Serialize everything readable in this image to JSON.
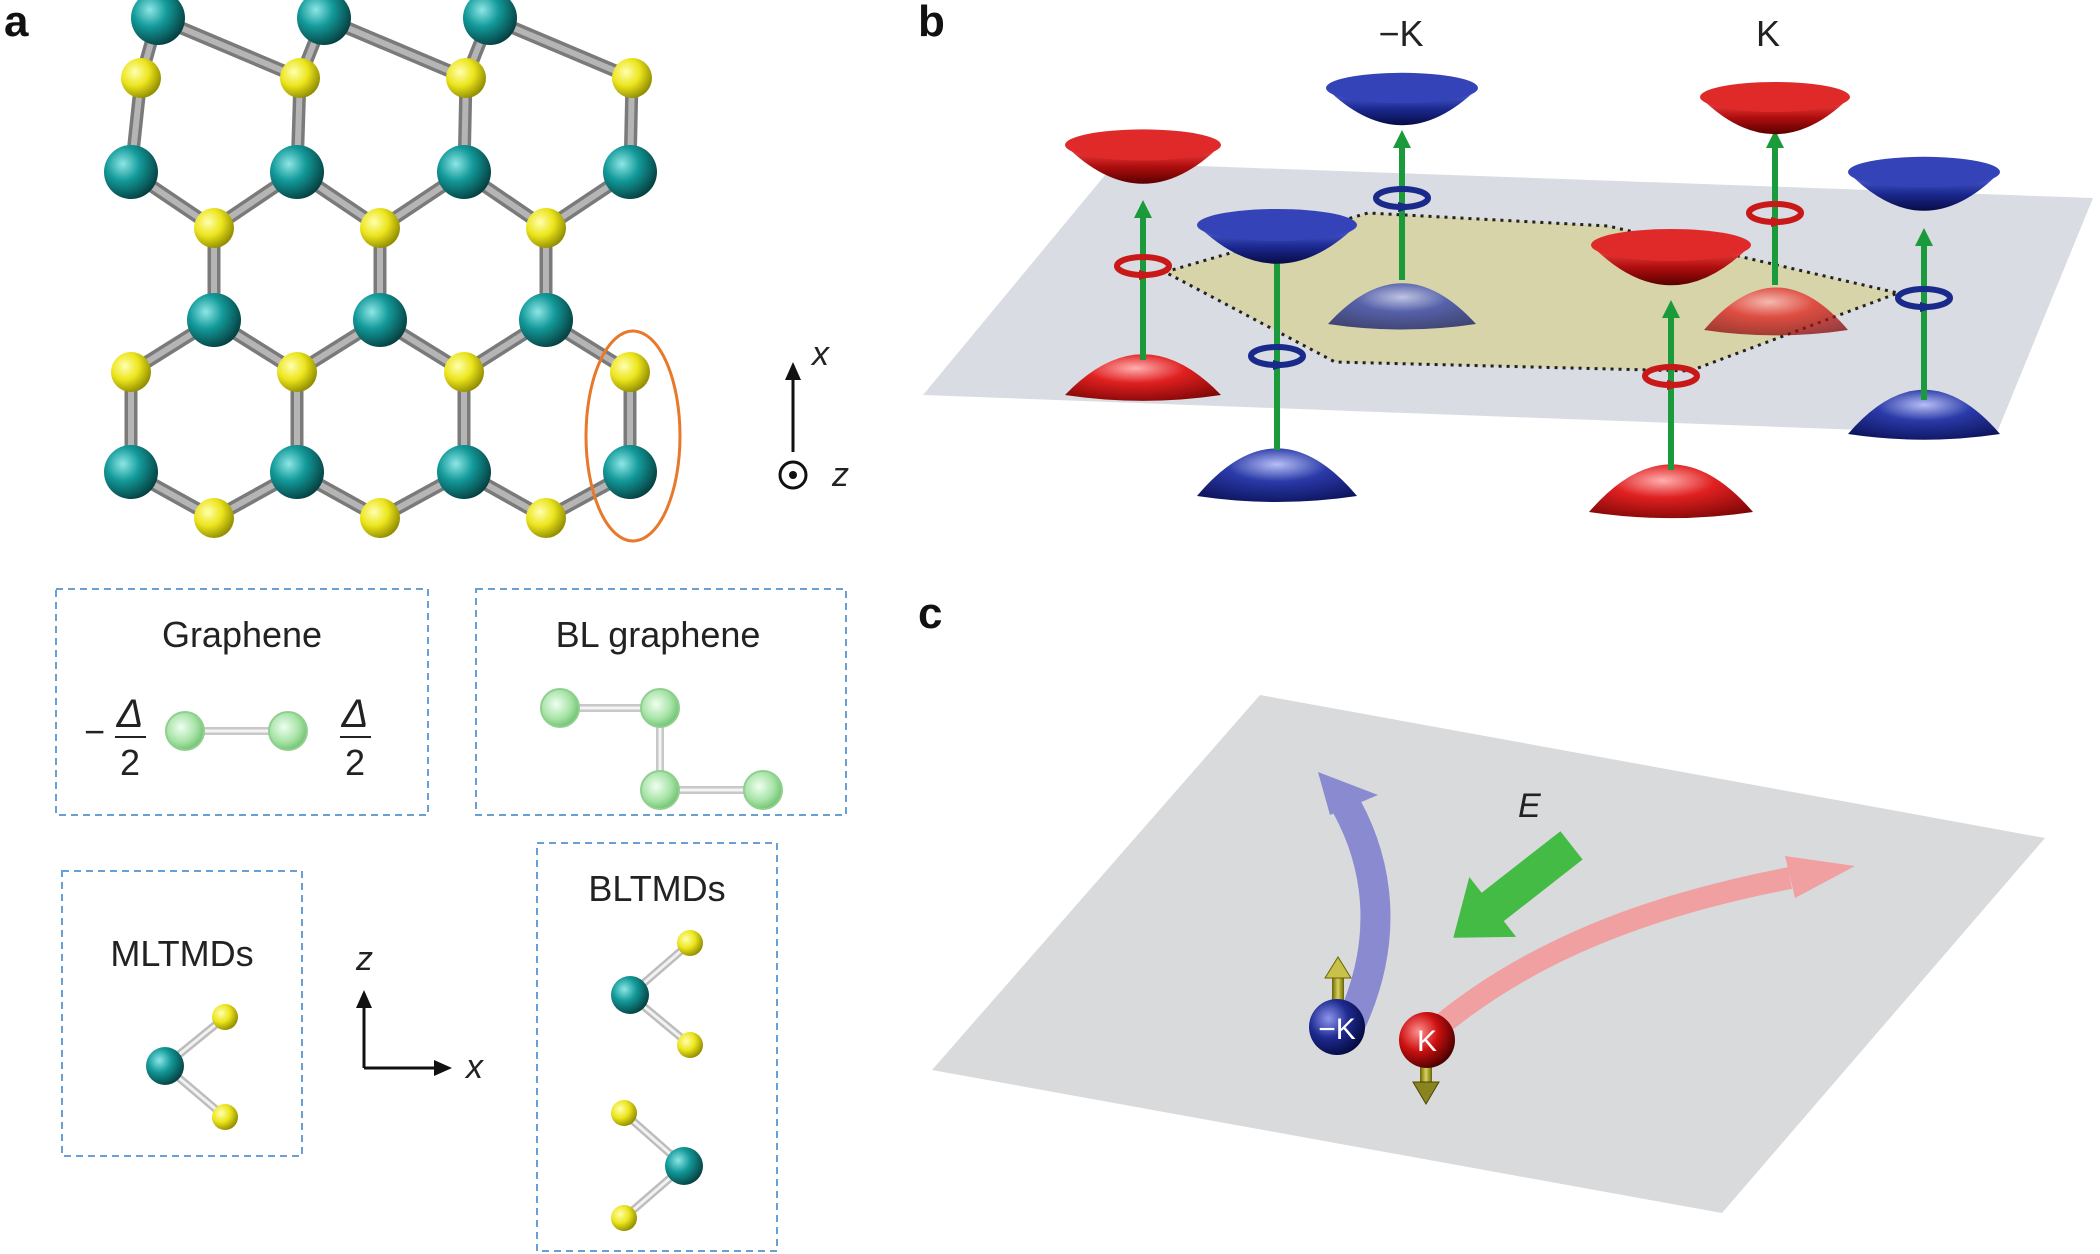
{
  "panels": {
    "a": {
      "letter": "a",
      "axes_top": {
        "x": "x",
        "z": "z"
      },
      "boxes": {
        "graphene": {
          "title": "Graphene",
          "left_label": "−",
          "frac_num": "Δ",
          "frac_den": "2"
        },
        "bl_graphene": {
          "title": "BL graphene"
        },
        "mltmds": {
          "title": "MLTMDs"
        },
        "bltmds": {
          "title": "BLTMDs"
        }
      },
      "axes_bottom": {
        "z": "z",
        "x": "x"
      }
    },
    "b": {
      "letter": "b",
      "valley_minus": "−K",
      "valley_plus": "K"
    },
    "c": {
      "letter": "c",
      "field": "E",
      "particle_minus": "−K",
      "particle_plus": "K"
    }
  },
  "colors": {
    "metal_atom": "#138f8f",
    "chalcogen_atom": "#e6e01a",
    "bond": "#9a9a9a",
    "highlight_ellipse": "#e8782a",
    "box_border": "#6a9fd4",
    "carbon_atom": "#9fe09f",
    "red_cone": "#c81818",
    "blue_cone": "#1a2a8a",
    "green_arrow": "#1a9a3a",
    "plane": "#d9dce2",
    "brillouin_zone": "#d8d4a0",
    "blue_path": "#8a8ad0",
    "red_path": "#f0a0a0",
    "field_arrow": "#44bb44"
  }
}
